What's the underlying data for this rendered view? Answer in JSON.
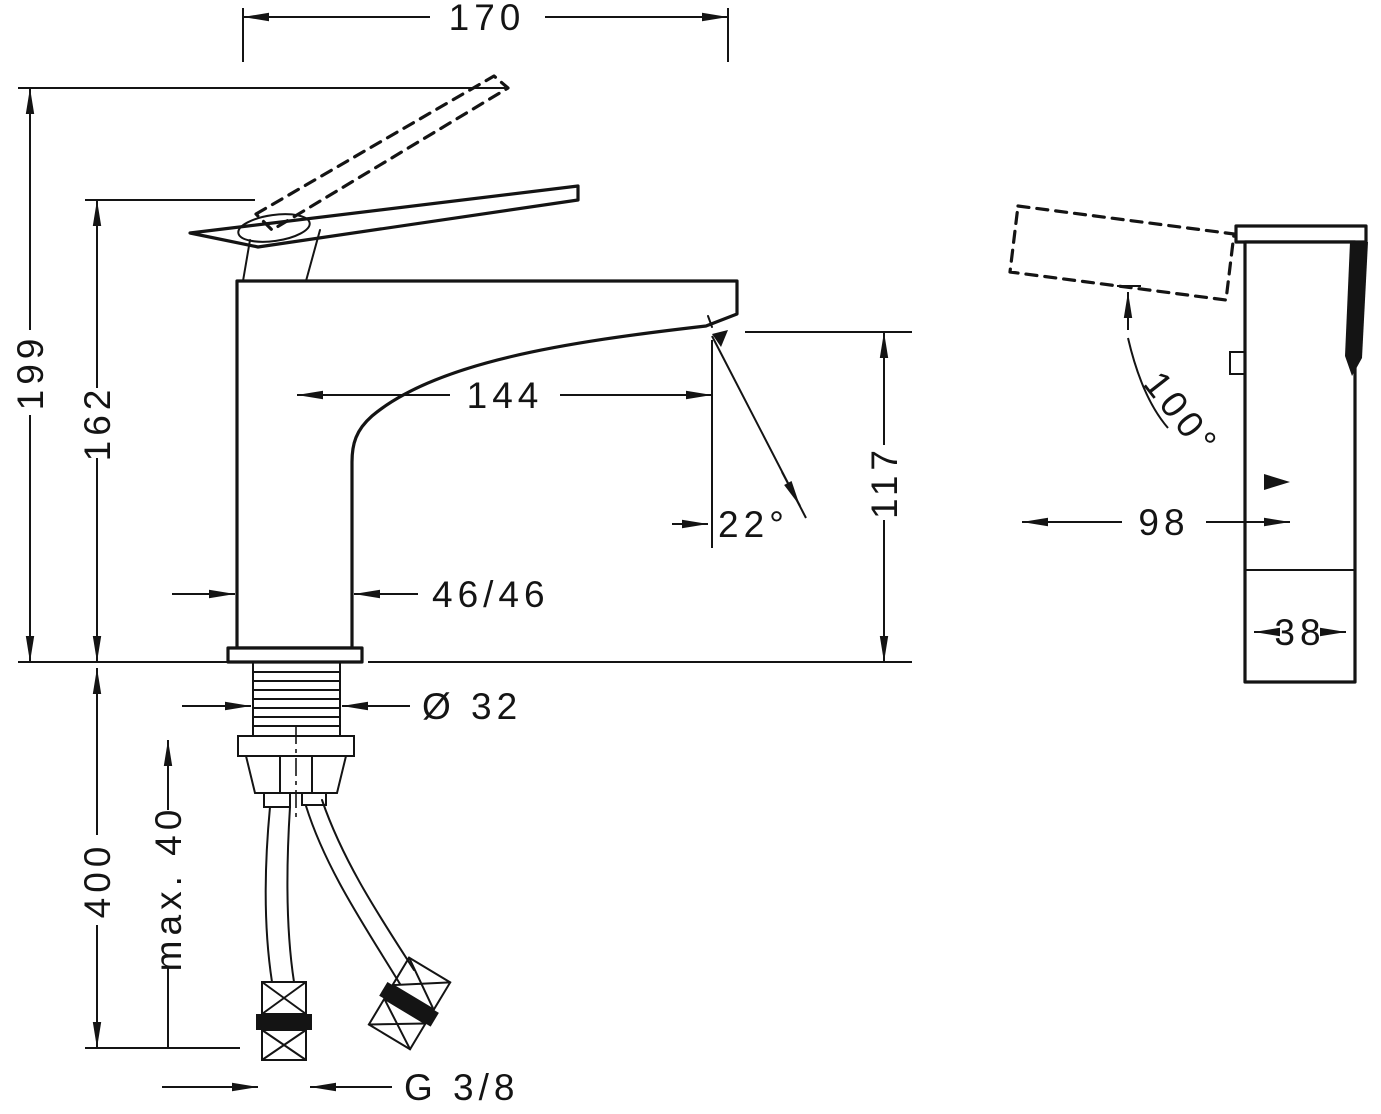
{
  "colors": {
    "background": "#ffffff",
    "line": "#141414"
  },
  "front_view": {
    "labels": {
      "width_top": "170",
      "height_total": "199",
      "height_to_handle_base": "162",
      "spout_reach": "144",
      "outlet_height": "117",
      "outlet_angle": "22°",
      "body_cross_section": "46/46",
      "mounting_hole_diameter": "Ø 32",
      "hose_length": "400",
      "max_mounting_thickness": "max. 40",
      "connection_thread": "G 3/8"
    }
  },
  "side_view": {
    "labels": {
      "handle_swivel_angle": "100°",
      "depth": "98",
      "body_depth": "38"
    }
  }
}
